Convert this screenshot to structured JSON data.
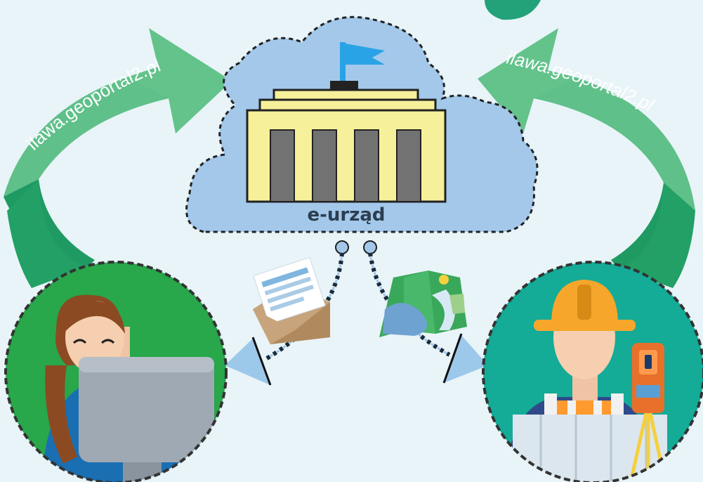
{
  "cloud": {
    "label": "e-urząd"
  },
  "arrows": {
    "left_label": "ilawa.geoportal2.pl",
    "right_label": "ilawa.geoportal2.pl"
  },
  "colors": {
    "background": "#e8f4f8",
    "cloud": "#a3c8ea",
    "building": "#f6f09a",
    "building_door": "#727272",
    "arrow_light": "#5fc08a",
    "arrow_dark": "#1f9a63",
    "left_circle": "#28a74b",
    "right_circle": "#14ab97",
    "flag": "#2aa3e6",
    "corner_shape": "#23a27a"
  },
  "icons": {
    "building": "town-hall-icon",
    "envelope": "envelope-document-icon",
    "map": "map-icon",
    "office_worker": "office-worker-icon",
    "surveyor": "surveyor-icon"
  }
}
